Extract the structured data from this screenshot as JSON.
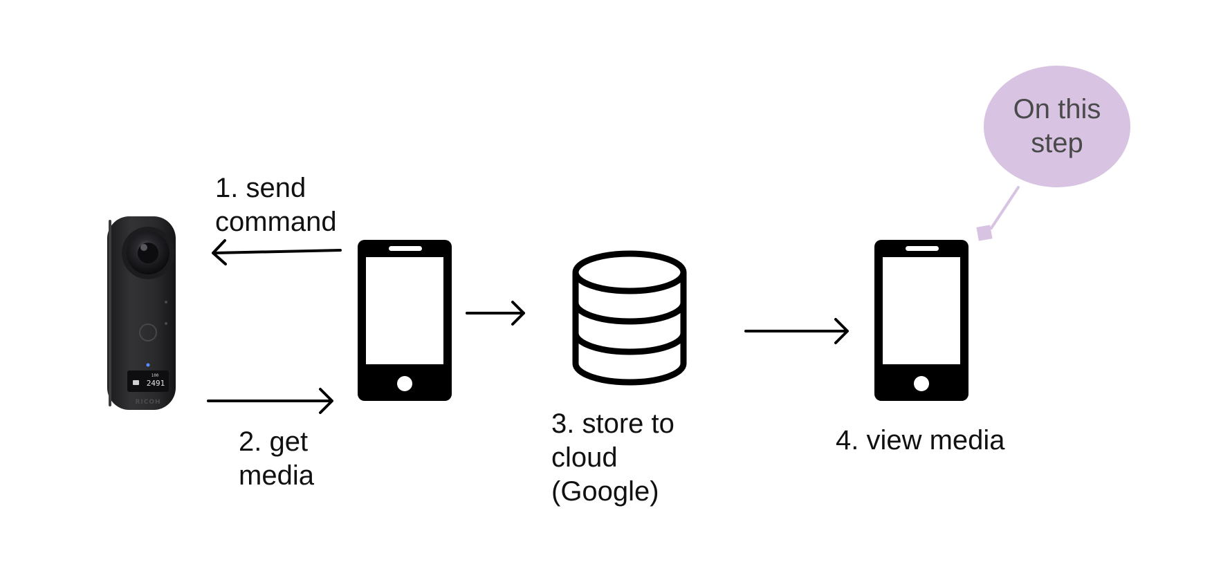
{
  "diagram": {
    "steps": [
      {
        "id": "send",
        "label": "1. send\n    command"
      },
      {
        "id": "get",
        "label": "2. get\nmedia"
      },
      {
        "id": "store",
        "label": "3. store to\ncloud\n(Google)"
      },
      {
        "id": "view",
        "label": "4. view media"
      }
    ],
    "callout": {
      "text": "On this\nstep",
      "color": "#d8c3e3"
    },
    "camera": {
      "brand": "RICOH",
      "display_left": "2491",
      "display_top": "100"
    },
    "colors": {
      "ink": "#111111",
      "camera_body": "#2b2b2d",
      "callout_text": "#4a4a4a"
    },
    "icons": [
      "camera-icon",
      "smartphone-icon",
      "database-icon",
      "smartphone-icon"
    ]
  }
}
